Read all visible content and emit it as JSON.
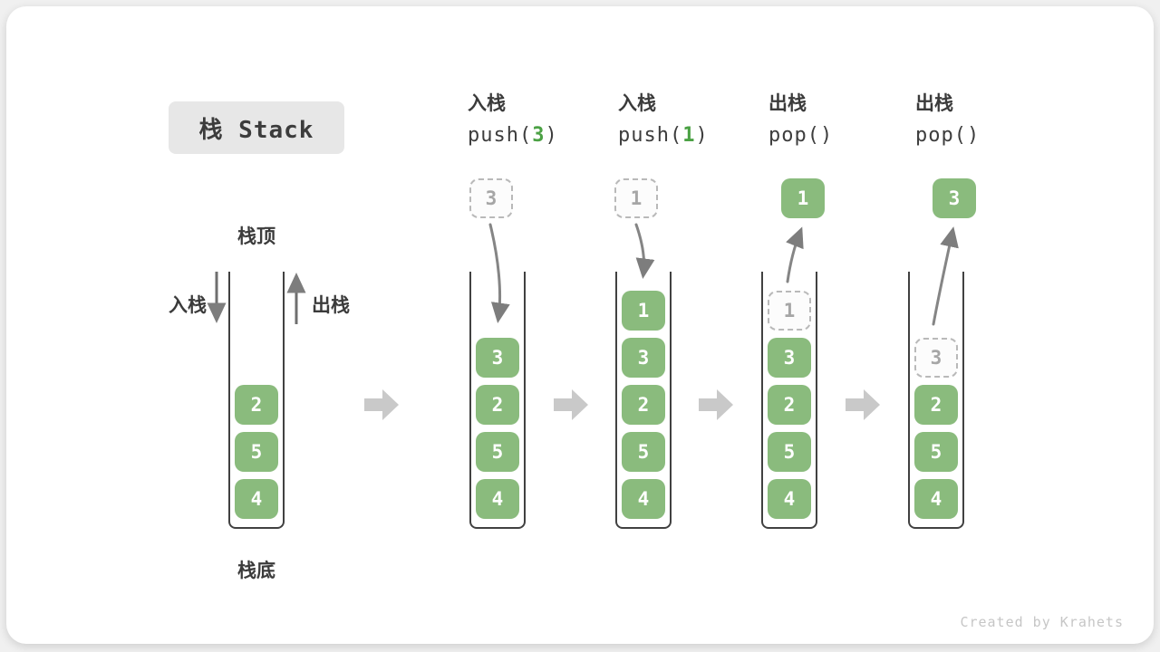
{
  "title": "栈 Stack",
  "credit": "Created by Krahets",
  "side_labels": {
    "stack_top": "栈顶",
    "stack_bottom": "栈底",
    "push_arrow": "入栈",
    "pop_arrow": "出栈"
  },
  "operations": [
    {
      "label": "入栈",
      "code_prefix": "push(",
      "code_arg": "3",
      "code_suffix": ")"
    },
    {
      "label": "入栈",
      "code_prefix": "push(",
      "code_arg": "1",
      "code_suffix": ")"
    },
    {
      "label": "出栈",
      "code_prefix": "pop(",
      "code_arg": "",
      "code_suffix": ")"
    },
    {
      "label": "出栈",
      "code_prefix": "pop(",
      "code_arg": "",
      "code_suffix": ")"
    }
  ],
  "floating_boxes": [
    {
      "value": "3",
      "style": "dashed"
    },
    {
      "value": "1",
      "style": "dashed"
    },
    {
      "value": "1",
      "style": "green"
    },
    {
      "value": "3",
      "style": "green"
    }
  ],
  "stacks": [
    {
      "ghost": "",
      "cells": [
        "2",
        "5",
        "4"
      ]
    },
    {
      "ghost": "",
      "cells": [
        "3",
        "2",
        "5",
        "4"
      ]
    },
    {
      "ghost": "",
      "cells": [
        "1",
        "3",
        "2",
        "5",
        "4"
      ]
    },
    {
      "ghost": "1",
      "cells": [
        "3",
        "2",
        "5",
        "4"
      ]
    },
    {
      "ghost": "3",
      "cells": [
        "2",
        "5",
        "4"
      ]
    }
  ],
  "colors": {
    "cell_green": "#8abb7d",
    "code_arg_green": "#4ba144",
    "dashed_border": "#b9b9b9",
    "container_wall": "#414141",
    "flow_arrow_gray": "#c9c9c9",
    "motion_arrow_gray": "#808080",
    "title_box_bg": "#e7e7e7",
    "text_dark": "#3b3b3b",
    "credit_gray": "#c6c6c6"
  }
}
